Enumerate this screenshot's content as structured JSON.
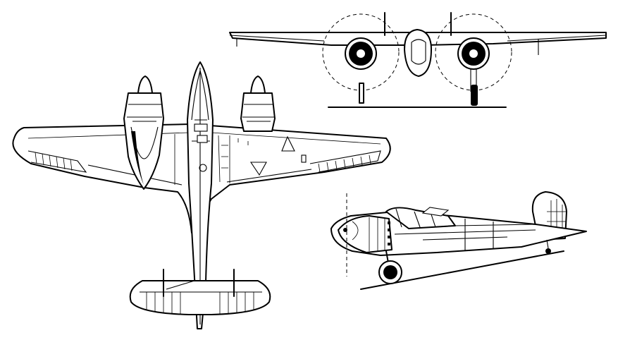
{
  "figure": {
    "kind": "three-view line drawing",
    "colors": {
      "line": "#000000",
      "background": "#ffffff"
    },
    "views": [
      {
        "id": "plan-view"
      },
      {
        "id": "front-view"
      },
      {
        "id": "side-view"
      }
    ]
  }
}
